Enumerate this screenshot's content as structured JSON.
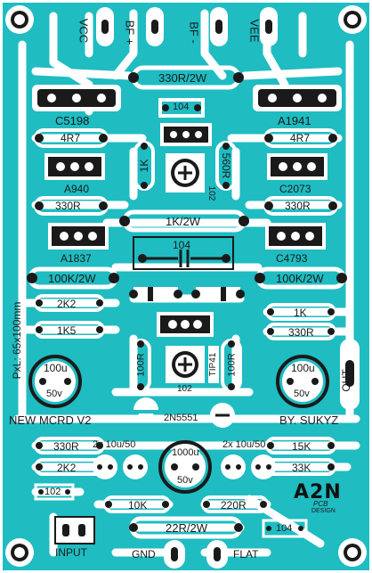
{
  "top_labels": {
    "vcc": "VCC",
    "bf_plus": "BF +",
    "bf_minus": "BF -",
    "vee": "VEE"
  },
  "components": {
    "r_330r_2w": "330R/2W",
    "r_104_top": "104",
    "t_c5198": "C5198",
    "t_a1941": "A1941",
    "r_4r7_left": "4R7",
    "r_4r7_right": "4R7",
    "r_1k_vert": "1K",
    "r_560r_vert": "560R",
    "pot_102_top": "102",
    "t_a940": "A940",
    "t_c2073": "C2073",
    "r_330r_left": "330R",
    "r_330r_right": "330R",
    "r_1k_2w": "1K/2W",
    "c_104_mid": "104",
    "t_a1837": "A1837",
    "t_c4793": "C4793",
    "r_100k_2w_left": "100K/2W",
    "r_100k_2w_right": "100K/2W",
    "r_2k2_left": "2K2",
    "r_1k_right": "1K",
    "r_1k5": "1K5",
    "r_330r_right2": "330R",
    "r_100r_left": "100R",
    "r_100r_right": "100R",
    "t_tip41": "TIP41",
    "pot_102_mid": "102",
    "c_100u_left": "100u",
    "c_50v_left": "50v",
    "c_100u_right": "100u",
    "c_50v_right": "50v",
    "t_2n5551": "2N5551",
    "r_330r_bottom_left": "330R",
    "r_2k2_bottom": "2K2",
    "c_2x10u_left": "2x 10u/50",
    "c_2x10u_right": "2x 10u/50",
    "c_1000u": "1000u",
    "c_50v_center": "50v",
    "r_15k": "15K",
    "r_33k": "33K",
    "c_102_bottom": "102",
    "r_10k": "10K",
    "r_220r": "220R",
    "r_22r_2w": "22R/2W",
    "c_104_bottom": "104"
  },
  "texts": {
    "size_note": "PxL: 65x100mm",
    "title": "NEW MCRD V2",
    "author": "BY. SUKYZ",
    "out": "OUT",
    "input": "INPUT",
    "gnd": "GND",
    "flat": "FLAT"
  },
  "logo": {
    "main": "A2N",
    "sub1": "PCB",
    "sub2": "DESIGN"
  },
  "colors": {
    "board": "#1fbcc2",
    "trace": "#ffffff",
    "ink": "#1a1a1a"
  }
}
